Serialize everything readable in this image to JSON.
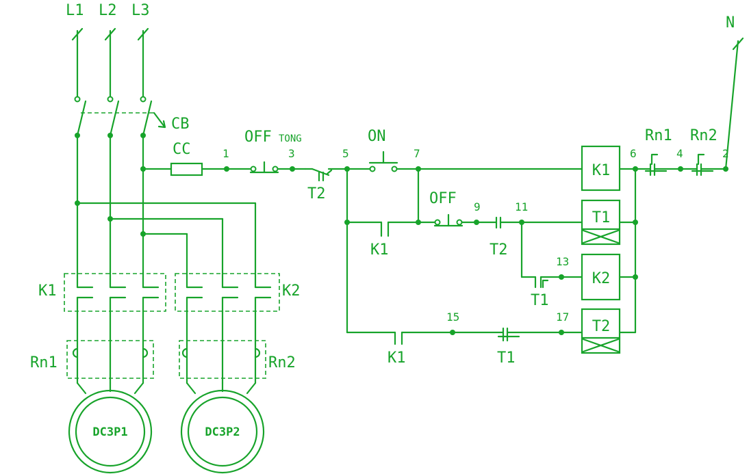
{
  "supply": {
    "l1": "L1",
    "l2": "L2",
    "l3": "L3",
    "n": "N"
  },
  "breaker_label": "CB",
  "fuse_label": "CC",
  "buttons": {
    "off_main": "OFF",
    "off_main_suffix": "TONG",
    "on": "ON",
    "off": "OFF"
  },
  "nodes": {
    "n1": "1",
    "n3": "3",
    "n5": "5",
    "n7": "7",
    "n9": "9",
    "n11": "11",
    "n13": "13",
    "n15": "15",
    "n17": "17",
    "n6": "6",
    "n4": "4",
    "n2": "2"
  },
  "coils": {
    "k1": "K1",
    "t1": "T1",
    "k2": "K2",
    "t2": "T2"
  },
  "contacts": {
    "t2_nc": "T2",
    "k1_hold": "K1",
    "t2_nc2": "T2",
    "t1_no": "T1",
    "k1_no": "K1",
    "t1_nc": "T1"
  },
  "overloads": {
    "rn1": "Rn1",
    "rn2": "Rn2"
  },
  "contactors": {
    "k1": "K1",
    "k2": "K2"
  },
  "relays": {
    "rn1": "Rn1",
    "rn2": "Rn2"
  },
  "motors": {
    "m1": "DC3P1",
    "m2": "DC3P2"
  }
}
